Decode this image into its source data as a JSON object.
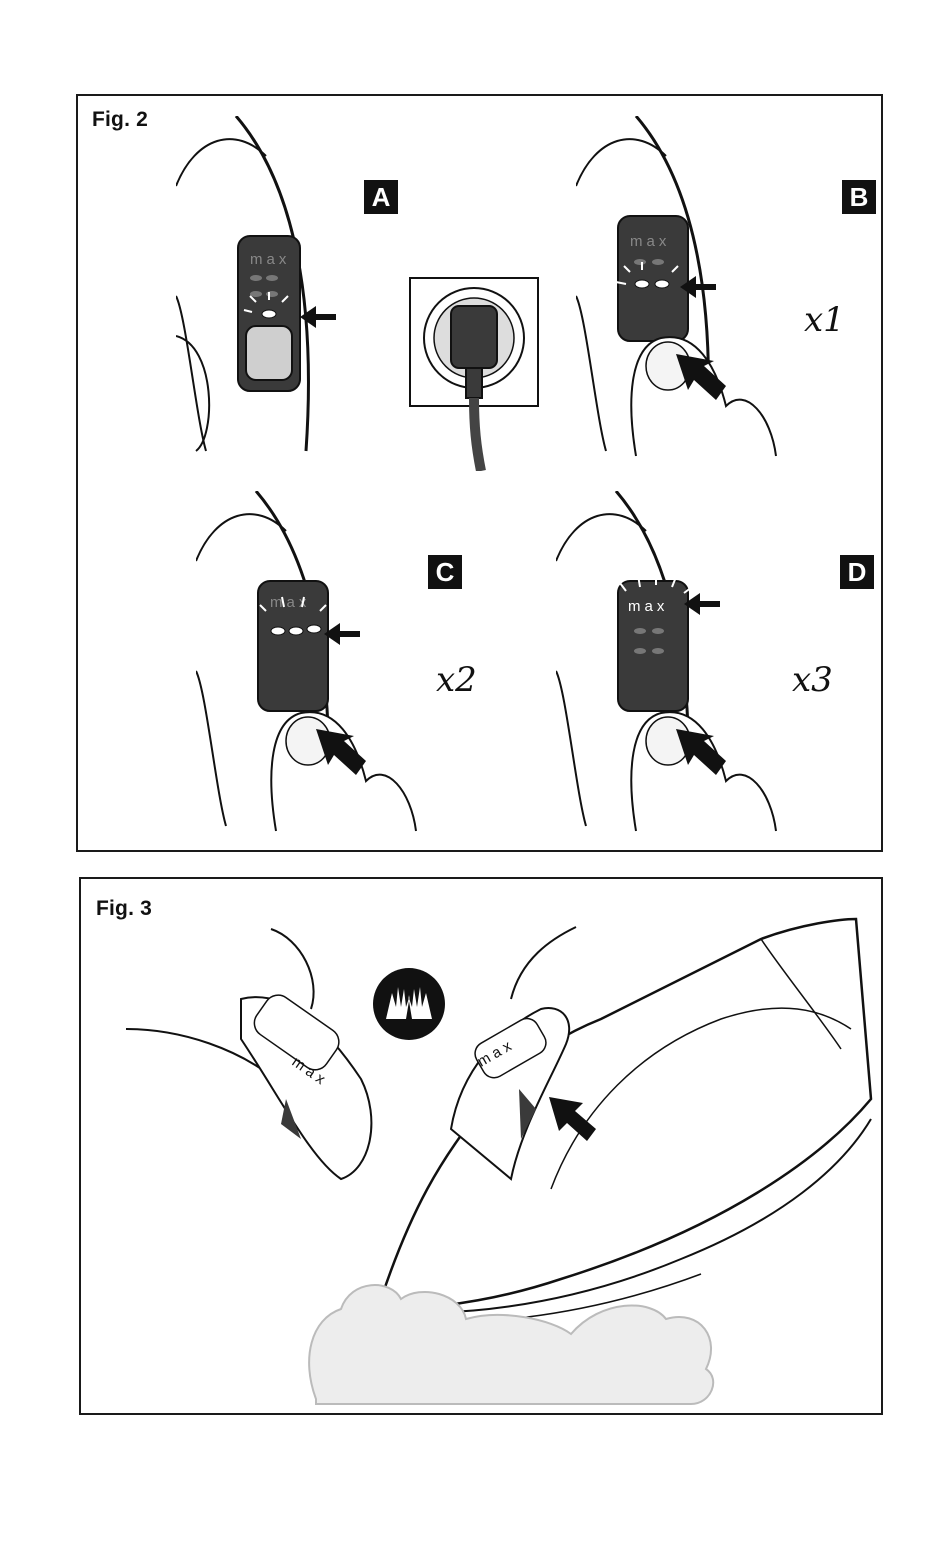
{
  "fig2": {
    "title": "Fig. 2",
    "panels": [
      {
        "letter": "A",
        "count": "",
        "max_text": "max",
        "lit_level": 1
      },
      {
        "letter": "B",
        "count": "x1",
        "max_text": "max",
        "lit_level": 2
      },
      {
        "letter": "C",
        "count": "x2",
        "max_text": "max",
        "lit_level": 3
      },
      {
        "letter": "D",
        "count": "x3",
        "max_text": "max",
        "lit_level": 4
      }
    ]
  },
  "fig3": {
    "title": "Fig. 3",
    "handle_text": "max",
    "icon": "two-hands-icon"
  },
  "colors": {
    "line": "#111111",
    "panel_dark": "#3a3a3a",
    "led_off": "#777777",
    "led_on": "#ffffff",
    "steam": "#e8e8e8"
  }
}
